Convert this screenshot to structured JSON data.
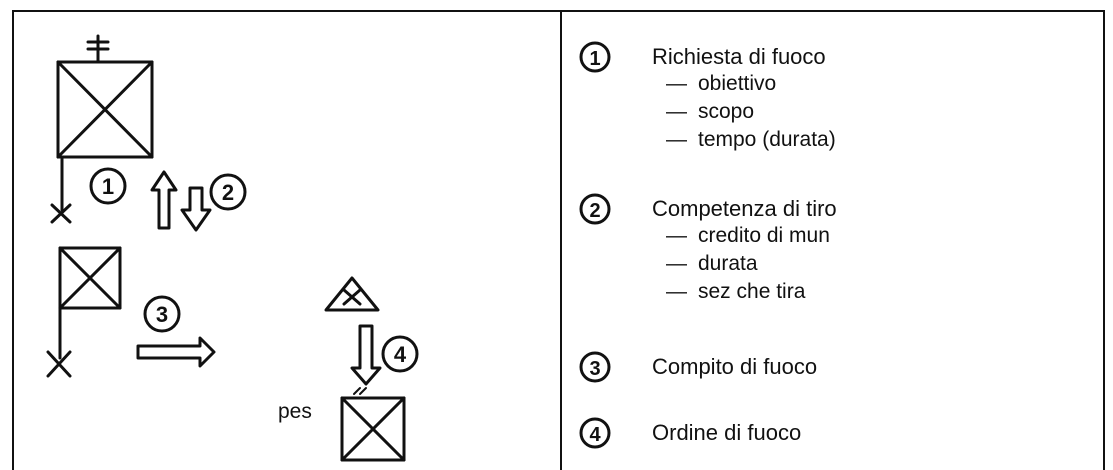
{
  "diagram": {
    "markers": [
      "1",
      "2",
      "3",
      "4"
    ],
    "pes_label": "pes"
  },
  "legend": [
    {
      "num": "1",
      "title": "Richiesta di fuoco",
      "items": [
        "obiettivo",
        "scopo",
        "tempo (durata)"
      ]
    },
    {
      "num": "2",
      "title": "Competenza di tiro",
      "items": [
        "credito di mun",
        "durata",
        "sez che tira"
      ]
    },
    {
      "num": "3",
      "title": "Compito di fuoco",
      "items": []
    },
    {
      "num": "4",
      "title": "Ordine di fuoco",
      "items": []
    }
  ]
}
